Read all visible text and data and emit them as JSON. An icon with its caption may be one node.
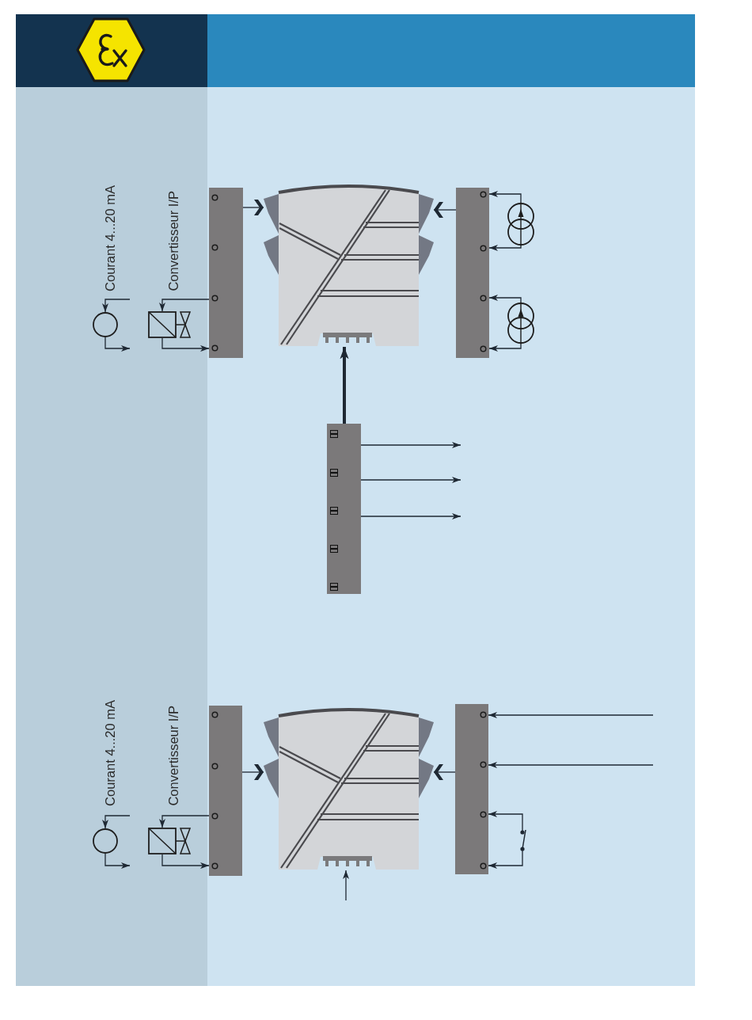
{
  "diagram": {
    "nodes": [
      {
        "text": [],
        "shape": "circle",
        "beside": [
          "Courant 4...20 mA"
        ]
      },
      {
        "text": [],
        "shape": "picture",
        "beside": [
          "Convertisseur I/P"
        ]
      },
      {
        "text": [],
        "shape": "bar"
      },
      {
        "text": [],
        "shape": "picture"
      },
      {
        "text": [],
        "shape": "bar"
      },
      {
        "text": [],
        "shape": "picture"
      },
      {
        "text": [],
        "shape": "picture"
      },
      {
        "text": [],
        "shape": "bar"
      },
      {
        "text": [],
        "shape": "circle",
        "beside": [
          "Courant 4...20 mA"
        ]
      },
      {
        "text": [],
        "shape": "picture",
        "beside": [
          "Convertisseur I/P"
        ]
      },
      {
        "text": [],
        "shape": "bar"
      },
      {
        "text": [],
        "shape": "picture"
      },
      {
        "text": [],
        "shape": "bar"
      },
      {
        "text": [],
        "shape": "picture"
      }
    ],
    "edges": [
      {
        "from": null,
        "to": 0,
        "arrow": "to"
      },
      {
        "from": 0,
        "to": null,
        "arrow": "to"
      },
      {
        "from": 2,
        "to": 1,
        "arrow": "to"
      },
      {
        "from": 1,
        "to": 2,
        "arrow": "to"
      },
      {
        "from": 2,
        "to": 3,
        "arrow": "to"
      },
      {
        "from": 4,
        "to": 3,
        "arrow": "to"
      },
      {
        "from": 5,
        "to": 4,
        "arrow": "to"
      },
      {
        "from": 5,
        "to": 4,
        "arrow": "to"
      },
      {
        "from": 6,
        "to": 4,
        "arrow": "to"
      },
      {
        "from": 6,
        "to": 4,
        "arrow": "to"
      },
      {
        "from": 7,
        "to": 3,
        "arrow": "to",
        "style": "thick"
      },
      {
        "from": 7,
        "to": null,
        "arrow": "to"
      },
      {
        "from": 7,
        "to": null,
        "arrow": "to"
      },
      {
        "from": 7,
        "to": null,
        "arrow": "to"
      },
      {
        "from": null,
        "to": 8,
        "arrow": "to"
      },
      {
        "from": 8,
        "to": null,
        "arrow": "to"
      },
      {
        "from": 10,
        "to": 9,
        "arrow": "to"
      },
      {
        "from": 9,
        "to": 10,
        "arrow": "to"
      },
      {
        "from": 10,
        "to": 11,
        "arrow": "to"
      },
      {
        "from": 12,
        "to": 11,
        "arrow": "to"
      },
      {
        "from": null,
        "to": 12,
        "arrow": "to"
      },
      {
        "from": null,
        "to": 12,
        "arrow": "to"
      },
      {
        "from": 13,
        "to": 12,
        "arrow": "to"
      },
      {
        "from": 13,
        "to": 12,
        "arrow": "to"
      },
      {
        "from": null,
        "to": 11,
        "arrow": "to"
      }
    ]
  }
}
